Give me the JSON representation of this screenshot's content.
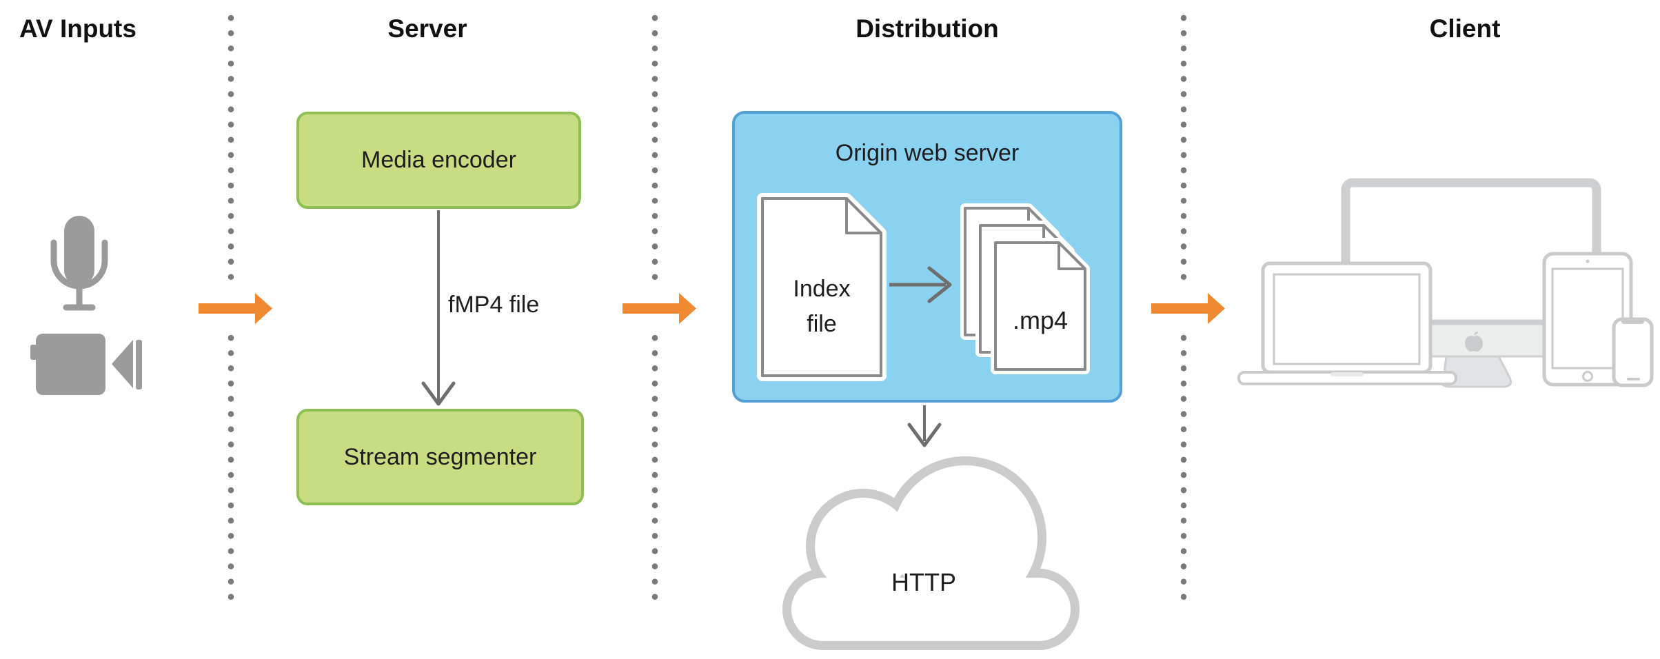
{
  "columns": [
    {
      "label": "AV Inputs"
    },
    {
      "label": "Server"
    },
    {
      "label": "Distribution"
    },
    {
      "label": "Client"
    }
  ],
  "av_inputs": {
    "icons": [
      "microphone",
      "video-camera"
    ]
  },
  "server": {
    "encoder_box": "Media encoder",
    "segmenter_box": "Stream segmenter",
    "connector_label": "fMP4 file"
  },
  "distribution": {
    "origin_box_title": "Origin web server",
    "index_document": "Index file",
    "media_documents": ".mp4",
    "cloud_label": "HTTP"
  },
  "client": {
    "devices": [
      "imac",
      "macbook",
      "ipad",
      "iphone"
    ]
  },
  "colors": {
    "flow_arrow_orange": "#EF8A33",
    "server_box_fill": "#C8DD82",
    "server_box_border": "#8FBE55",
    "distribution_box_fill": "#8BD2F0",
    "distribution_box_border": "#549ED6",
    "av_icon_gray": "#9B9B9B",
    "connector_gray": "#6E6E6E",
    "cloud_gray": "#CBCBCB",
    "device_gray": "#C8CACC",
    "separator_dot_gray": "#7A7A7A",
    "text_color": "#1D1D1F"
  }
}
